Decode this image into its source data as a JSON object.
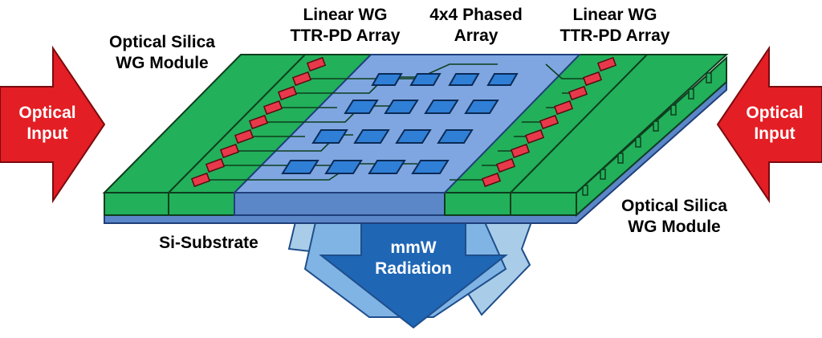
{
  "labels": {
    "top_left_module": "Optical Silica\nWG Module",
    "top_array_left": "Linear WG\nTTR-PD Array",
    "top_phased": "4x4 Phased\nArray",
    "top_array_right": "Linear WG\nTTR-PD Array",
    "right_module": "Optical Silica\nWG Module",
    "substrate": "Si-Substrate",
    "input_left": "Optical\nInput",
    "input_right": "Optical\nInput",
    "radiation": "mmW\nRadiation"
  },
  "colors": {
    "silica_green": "#22b05a",
    "array_blue": "#7fa6e0",
    "patch_blue": "#2f7fd6",
    "pd_red": "#e8394a",
    "arrow_red": "#e31e24",
    "substrate_blue": "#5b86c8",
    "radiation_dark": "#1f66b5",
    "radiation_light": "#a9cde8"
  },
  "icons": {
    "arrow_left": "right-arrow-icon",
    "arrow_right": "left-arrow-icon",
    "radiation": "down-arrow-icon"
  }
}
